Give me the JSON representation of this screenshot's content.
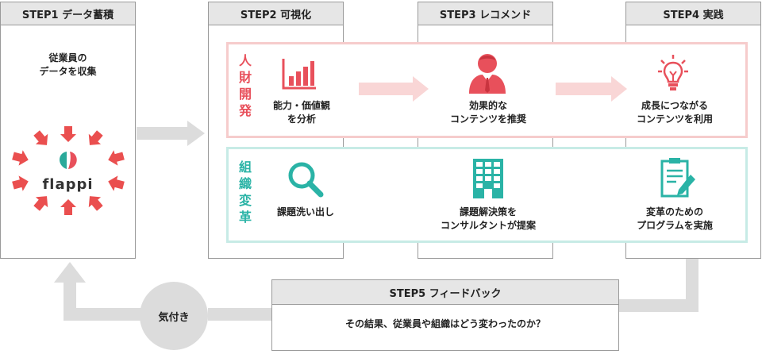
{
  "steps": {
    "step1": {
      "title": "STEP1  データ蓄積",
      "desc_line1": "従業員の",
      "desc_line2": "データを収集",
      "logo_text": "flappi"
    },
    "step2": {
      "title": "STEP2  可視化"
    },
    "step3": {
      "title": "STEP3  レコメンド"
    },
    "step4": {
      "title": "STEP4  実践"
    },
    "step5": {
      "title": "STEP5  フィードバック",
      "question": "その結果、従業員や組織はどう変わったのか？"
    }
  },
  "feedback_label": "気付き",
  "rows": {
    "hr": {
      "label_chars": [
        "人",
        "財",
        "開",
        "発"
      ],
      "color": "#e8505b",
      "bg_border": "#f6cccc",
      "items": [
        {
          "line1": "能力・価値観",
          "line2": "を分析",
          "icon": "bar-chart-icon"
        },
        {
          "line1": "効果的な",
          "line2": "コンテンツを推奨",
          "icon": "businessman-icon"
        },
        {
          "line1": "成長につながる",
          "line2": "コンテンツを利用",
          "icon": "lightbulb-icon"
        }
      ]
    },
    "org": {
      "label_chars": [
        "組",
        "織",
        "変",
        "革"
      ],
      "color": "#2ab3a6",
      "bg_border": "#c7ebe6",
      "items": [
        {
          "line1": "課題洗い出し",
          "line2": "",
          "icon": "magnifier-icon"
        },
        {
          "line1": "課題解決策を",
          "line2": "コンサルタントが提案",
          "icon": "office-building-icon"
        },
        {
          "line1": "変革のための",
          "line2": "プログラムを実施",
          "icon": "clipboard-pen-icon"
        }
      ]
    }
  }
}
